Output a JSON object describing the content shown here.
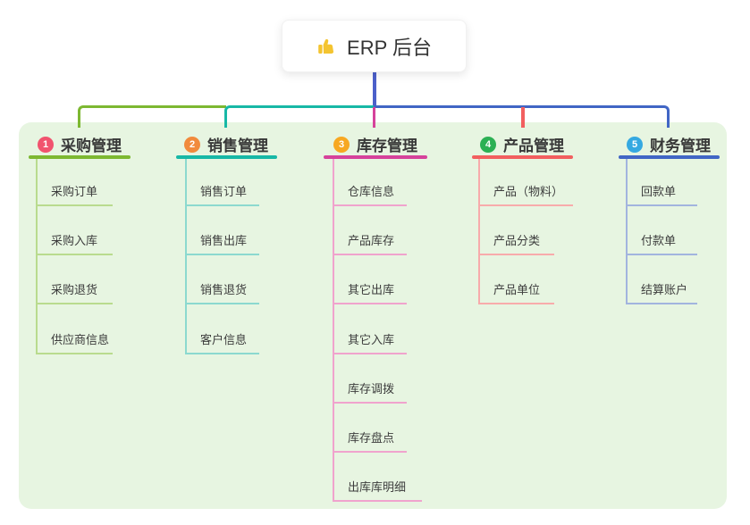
{
  "root": {
    "label": "ERP 后台",
    "icon": "thumbs-up-icon",
    "icon_color": "#f4c430",
    "connector_color": "#4c60ca"
  },
  "panel": {
    "background_color": "#e7f5e1"
  },
  "branches": [
    {
      "index": "1",
      "label": "采购管理",
      "color": "#7db831",
      "light_color": "#b9db8e",
      "badge_color": "#f1536e",
      "children": [
        "采购订单",
        "采购入库",
        "采购退货",
        "供应商信息"
      ]
    },
    {
      "index": "2",
      "label": "销售管理",
      "color": "#17b8a6",
      "light_color": "#8cd9cf",
      "badge_color": "#f18a3c",
      "children": [
        "销售订单",
        "销售出库",
        "销售退货",
        "客户信息"
      ]
    },
    {
      "index": "3",
      "label": "库存管理",
      "color": "#d6429b",
      "light_color": "#f0a3cd",
      "badge_color": "#f7a822",
      "children": [
        "仓库信息",
        "产品库存",
        "其它出库",
        "其它入库",
        "库存调拨",
        "库存盘点",
        "出库库明细"
      ]
    },
    {
      "index": "4",
      "label": "产品管理",
      "color": "#f25f5f",
      "light_color": "#f8abab",
      "badge_color": "#2cb054",
      "children": [
        "产品（物料）",
        "产品分类",
        "产品单位"
      ]
    },
    {
      "index": "5",
      "label": "财务管理",
      "color": "#4166c5",
      "light_color": "#a2b4de",
      "badge_color": "#35a9e1",
      "children": [
        "回款单",
        "付款单",
        "结算账户"
      ]
    }
  ]
}
